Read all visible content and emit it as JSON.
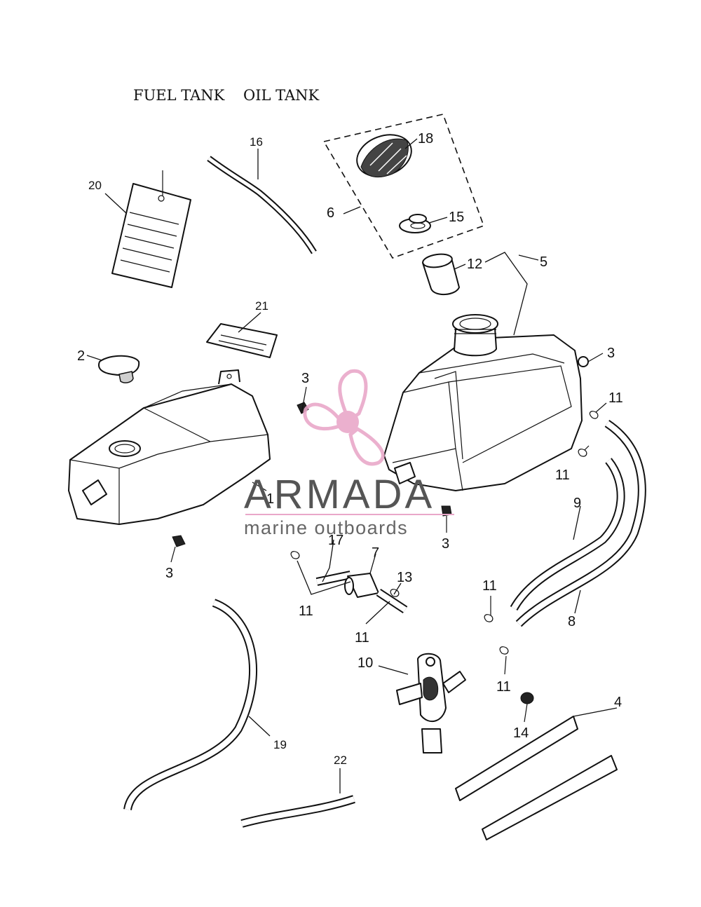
{
  "title": "FUEL TANK    OIL TANK",
  "callouts": {
    "c1": "1",
    "c2": "2",
    "c3a": "3",
    "c3b": "3",
    "c3c": "3",
    "c3d": "3",
    "c4": "4",
    "c5": "5",
    "c6": "6",
    "c7": "7",
    "c8": "8",
    "c9": "9",
    "c10": "10",
    "c11a": "11",
    "c11b": "11",
    "c11c": "11",
    "c11d": "11",
    "c11e": "11",
    "c11f": "11",
    "c12": "12",
    "c13": "13",
    "c14": "14",
    "c15": "15",
    "c16": "16",
    "c17": "17",
    "c18": "18",
    "c19": "19",
    "c20": "20",
    "c21": "21",
    "c22": "22"
  },
  "watermark": {
    "brand": "ARMADA",
    "tagline": "marine outboards",
    "color_pink": "#e9a8c9",
    "color_gray": "#555555"
  }
}
